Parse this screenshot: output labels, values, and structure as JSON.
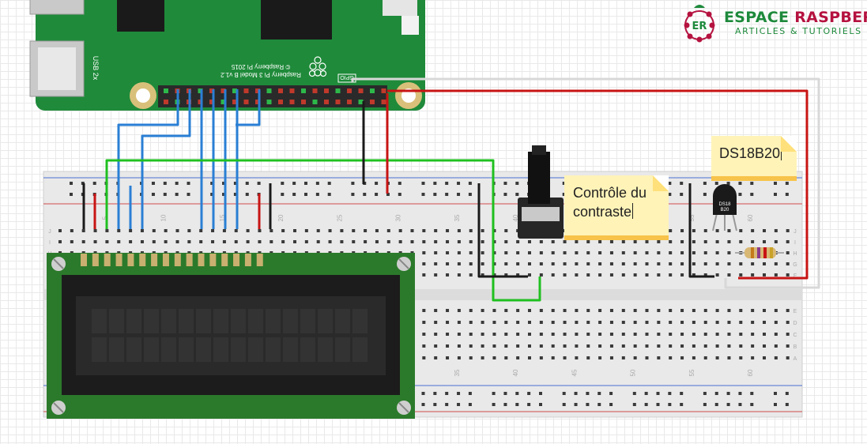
{
  "logo": {
    "word1": "ESPACE",
    "word2": "RASPBERRY",
    "subtitle": "ARTICLES & TUTORIELS",
    "badge_letter": "ER"
  },
  "annotations": {
    "contrast_line1": "Contrôle du",
    "contrast_line2": "contraste",
    "sensor_label": "DS18B20"
  },
  "pi": {
    "silk_line1": "Raspberry Pi 3 Model B v1.2",
    "silk_line2": "© Raspberry Pi 2015",
    "usb_label": "USB 2x",
    "gpio_label": "GPIO"
  },
  "sensor_package_text": [
    "DS18",
    "B20"
  ],
  "breadboard": {
    "column_numbers": [
      "5",
      "10",
      "15",
      "20",
      "25",
      "30",
      "35",
      "40",
      "45",
      "50",
      "55",
      "60"
    ],
    "row_letters_top": [
      "J",
      "I",
      "H",
      "G",
      "F"
    ],
    "row_letters_bottom": [
      "E",
      "D",
      "C",
      "B",
      "A"
    ]
  },
  "colors": {
    "pi_board": "#1f8a3a",
    "breadboard": "#e9e9e9",
    "lcd_pcb": "#2b7a2b",
    "wire_blue": "#2a7fd4",
    "wire_green": "#20c020",
    "wire_red": "#c81414",
    "wire_black": "#1a1a1a",
    "wire_white": "#d8d8d8",
    "note_bg": "#fff3b8",
    "note_band": "#f7c34a",
    "brand_green": "#1e8a3c",
    "brand_red": "#b5123f"
  }
}
